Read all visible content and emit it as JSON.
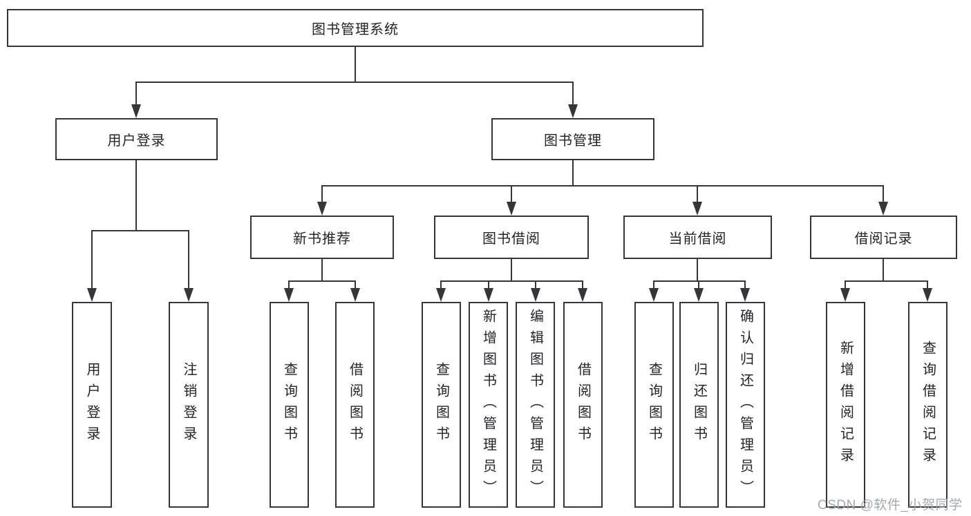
{
  "tree": {
    "label": "图书管理系统",
    "children": [
      {
        "label": "用户登录",
        "children": [
          {
            "label": "用户登录"
          },
          {
            "label": "注销登录"
          }
        ]
      },
      {
        "label": "图书管理",
        "children": [
          {
            "label": "新书推荐",
            "children": [
              {
                "label": "查询图书"
              },
              {
                "label": "借阅图书"
              }
            ]
          },
          {
            "label": "图书借阅",
            "children": [
              {
                "label": "查询图书"
              },
              {
                "label": "新增图书（管理员）"
              },
              {
                "label": "编辑图书（管理员）"
              },
              {
                "label": "借阅图书"
              }
            ]
          },
          {
            "label": "当前借阅",
            "children": [
              {
                "label": "查询图书"
              },
              {
                "label": "归还图书"
              },
              {
                "label": "确认归还（管理员）"
              }
            ]
          },
          {
            "label": "借阅记录",
            "children": [
              {
                "label": "新增借阅记录"
              },
              {
                "label": "查询借阅记录"
              }
            ]
          }
        ]
      }
    ]
  },
  "watermark": {
    "text": "CSDN @软件_小贺同学"
  },
  "colors": {
    "line": "#35363a",
    "text": "#232429",
    "background": "#ffffff",
    "watermark": "#9ea3aa"
  }
}
